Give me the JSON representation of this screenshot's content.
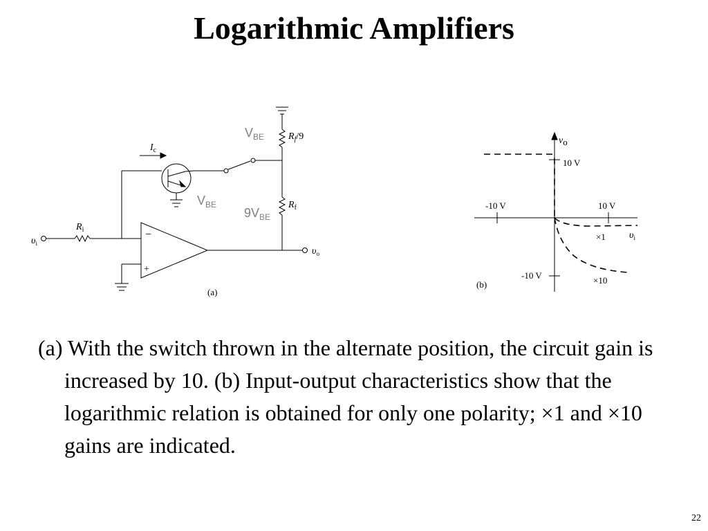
{
  "title": "Logarithmic Amplifiers",
  "circuit": {
    "ic_label": "I",
    "ic_sub": "c",
    "ri_label": "R",
    "ri_sub": "i",
    "vi_label": "υ",
    "vi_sub": "i",
    "vo_label": "υ",
    "vo_sub": "o",
    "rf9_label": "R",
    "rf9_sub": "f",
    "rf9_suffix": "/9",
    "rf_label": "R",
    "rf_sub": "f",
    "vbe_top": "V",
    "vbe_top_sub": "BE",
    "vbe_mid": "V",
    "vbe_mid_sub": "BE",
    "nine_vbe": "9V",
    "nine_vbe_sub": "BE",
    "minus": "−",
    "plus": "+",
    "panel": "(a)"
  },
  "graph": {
    "y_axis": "v",
    "y_axis_sub": "o",
    "x_axis": "υ",
    "x_axis_sub": "i",
    "y_pos": "10 V",
    "y_neg": "-10 V",
    "x_neg": "-10 V",
    "x_pos": "10 V",
    "gain1": "×1",
    "gain10": "×10",
    "panel": "(b)"
  },
  "caption": "(a) With the switch thrown in the alternate position, the circuit gain is increased by 10. (b) Input-output characteristics show that the logarithmic relation is obtained for only one polarity; ×1 and ×10 gains are indicated.",
  "page_number": "22"
}
